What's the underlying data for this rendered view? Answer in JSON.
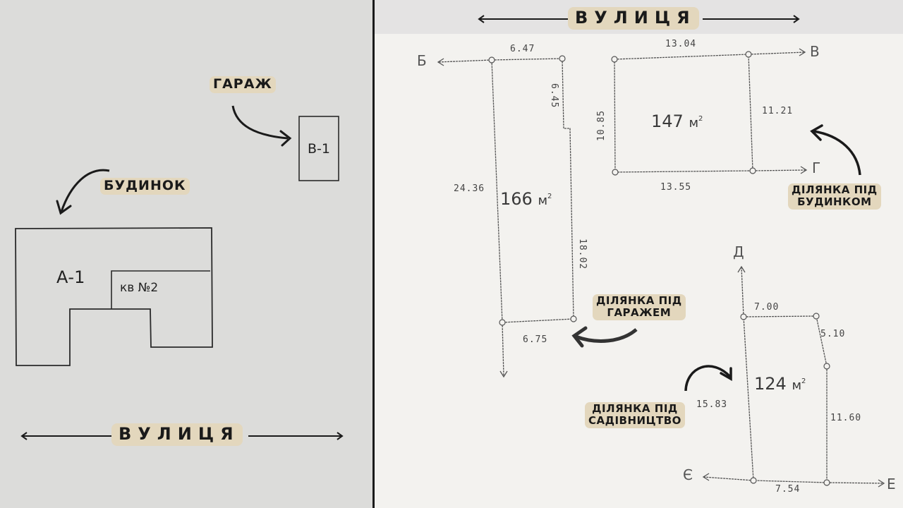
{
  "left": {
    "labels": {
      "garage": "ГАРАЖ",
      "house": "БУДИНОК",
      "street": "ВУЛИЦЯ"
    },
    "buildings": {
      "garage_code": "В-1",
      "house_code": "А-1",
      "apartment": "кв №2"
    }
  },
  "right": {
    "street": "ВУЛИЦЯ",
    "plots": {
      "garage_plot": {
        "label": "ДІЛЯНКА ПІД ГАРАЖЕМ",
        "label_line1": "ДІЛЯНКА ПІД",
        "label_line2": "ГАРАЖЕМ",
        "area": "166",
        "unit": "м",
        "measurements": {
          "top": "6.47",
          "right_upper": "6.45",
          "left": "24.36",
          "right_lower": "18.02",
          "bottom": "6.75"
        }
      },
      "house_plot": {
        "label": "ДІЛЯНКА ПІД БУДИНКОМ",
        "label_line1": "ДІЛЯНКА ПІД",
        "label_line2": "БУДИНКОМ",
        "area": "147",
        "unit": "м",
        "measurements": {
          "top": "13.04",
          "left": "10.85",
          "right": "11.21",
          "bottom": "13.55"
        }
      },
      "garden_plot": {
        "label": "ДІЛЯНКА ПІД САДІВНИЦТВО",
        "label_line1": "ДІЛЯНКА ПІД",
        "label_line2": "САДІВНИЦТВО",
        "area": "124",
        "unit": "м",
        "measurements": {
          "top": "7.00",
          "right_upper": "5.10",
          "left": "15.83",
          "right_lower": "11.60",
          "bottom": "7.54"
        }
      }
    },
    "points": {
      "b": "Б",
      "v": "В",
      "h": "Г",
      "d": "Д",
      "ye": "Є",
      "e": "Е"
    },
    "area_exponent": "2"
  }
}
